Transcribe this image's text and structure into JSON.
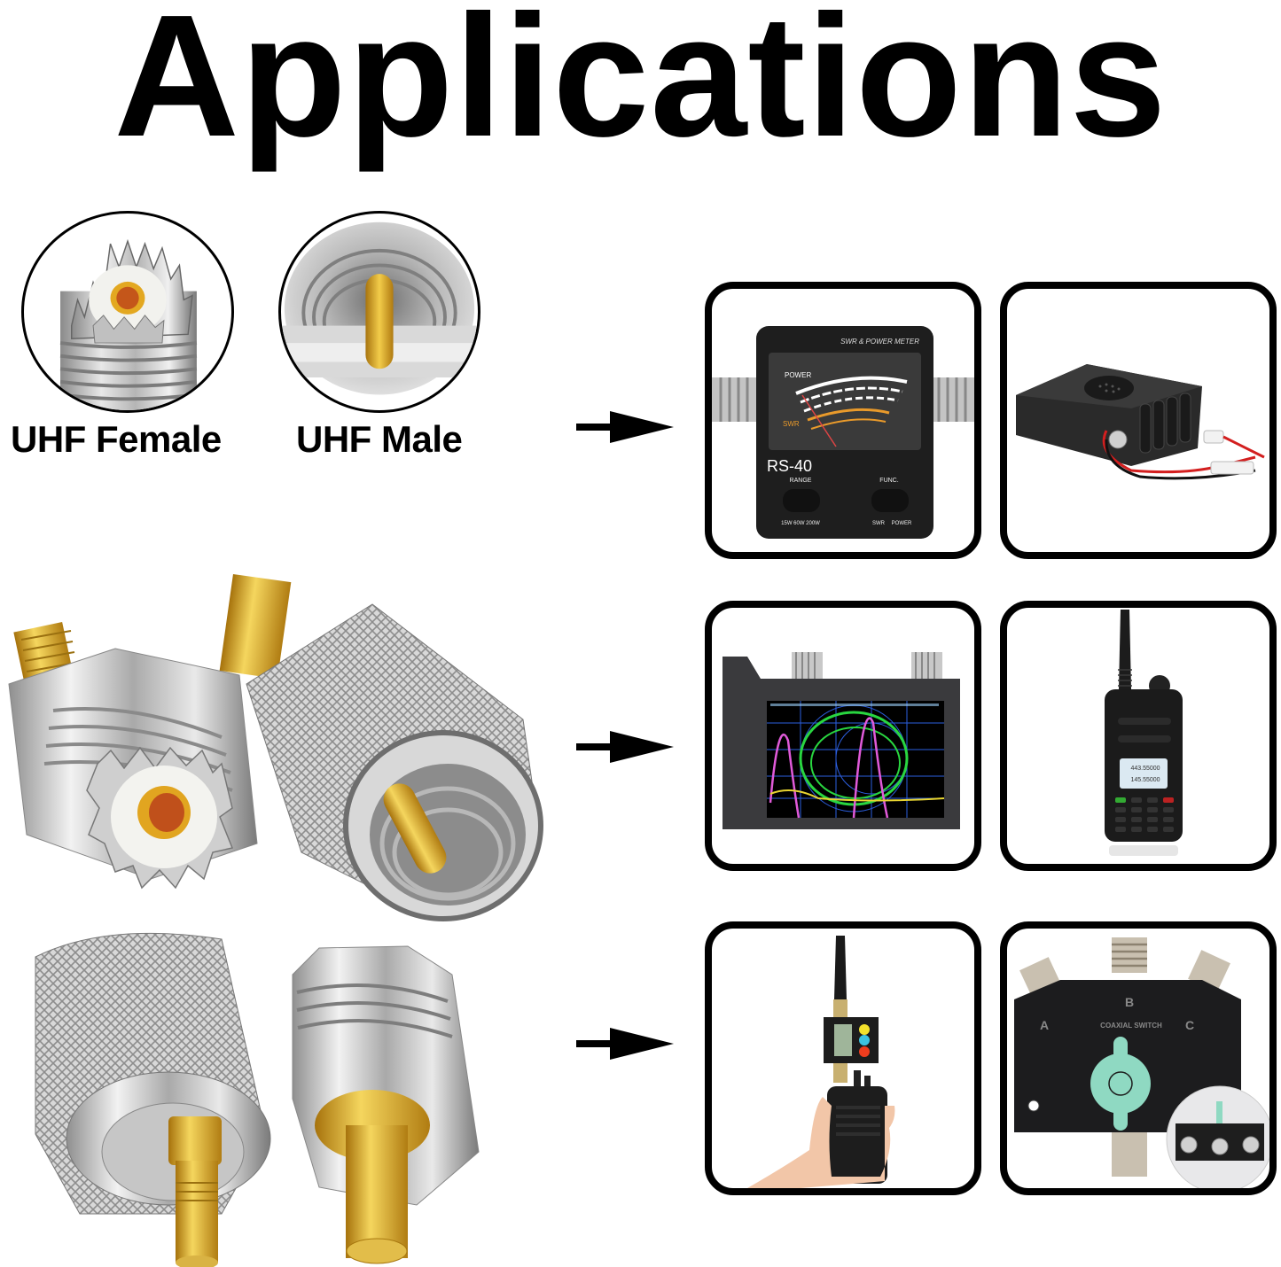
{
  "title": "Applications",
  "connector_labels": {
    "female": "UHF Female",
    "male": "UHF Male"
  },
  "arrows": [
    {
      "icon": "arrow-right-icon",
      "row": 1
    },
    {
      "icon": "arrow-right-icon",
      "row": 2
    },
    {
      "icon": "arrow-right-icon",
      "row": 3
    }
  ],
  "panels": {
    "swr_meter": {
      "header": "SWR & POWER METER",
      "model": "RS-40",
      "power_label": "POWER",
      "swr_label": "SWR",
      "range_label": "RANGE",
      "range_options": "15W 60W 200W",
      "func_label": "FUNC.",
      "func_option_swr": "SWR",
      "func_option_power": "POWER"
    },
    "mobile_radio": {
      "description": "Mobile radio with UHF SO-239 port and power cable"
    },
    "antenna_analyzer": {
      "description": "Vector network analyzer with Smith chart display"
    },
    "handheld_radio": {
      "freq_a": "443.55000",
      "freq_b": "145.55000"
    },
    "handheld_with_meter": {
      "description": "Handheld radio with inline SWR meter and antenna"
    },
    "coaxial_switch": {
      "port_a": "A",
      "port_b": "B",
      "port_c": "C",
      "label": "COAXIAL SWITCH"
    }
  },
  "colors": {
    "text": "#000000",
    "background": "#ffffff",
    "panel_border": "#000000",
    "nickel": "#c8c8c8",
    "gold": "#d9a82a",
    "switch_knob": "#8fd9c2"
  }
}
